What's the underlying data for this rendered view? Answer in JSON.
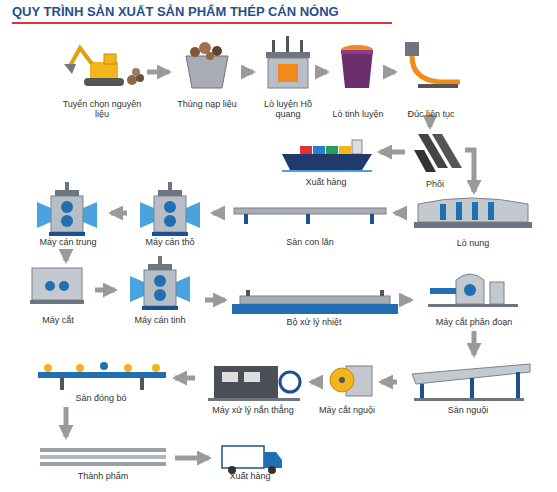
{
  "diagram": {
    "title": "QUY TRÌNH SẢN XUẤT SẢN PHẨM THÉP CÁN NÓNG",
    "nodes": [
      {
        "text": [
          "Tuyển chọn nguyên liệu"
        ]
      },
      {
        "text": [
          "Thùng nạp liệu"
        ]
      },
      {
        "text": [
          "Lò luyện Hồ quang"
        ]
      },
      {
        "text": [
          "Lò tinh luyện"
        ]
      },
      {
        "text": [
          "Đúc liên tục"
        ]
      },
      {
        "text": [
          "Phôi"
        ]
      },
      {
        "text": [
          "Xuất hàng"
        ]
      },
      {
        "text": [
          "Lò nung"
        ]
      },
      {
        "text": [
          "Sàn con lăn"
        ]
      },
      {
        "text": [
          "Máy cán thô"
        ]
      },
      {
        "text": [
          "Máy cán trung"
        ]
      },
      {
        "text": [
          "Máy cắt"
        ]
      },
      {
        "text": [
          "Máy cán tinh"
        ]
      },
      {
        "text": [
          "Bộ xử lý nhiệt"
        ]
      },
      {
        "text": [
          "Máy cắt phân đoạn"
        ]
      },
      {
        "text": [
          "Sàn nguội"
        ]
      },
      {
        "text": [
          "Máy cắt nguội"
        ]
      },
      {
        "text": [
          "Máy xử lý nắn thẳng"
        ]
      },
      {
        "text": [
          "Sàn đóng bó"
        ]
      },
      {
        "text": [
          "Thành phẩm"
        ]
      },
      {
        "text": [
          "Xuất hàng"
        ]
      }
    ],
    "edges": [
      {
        "from": 0,
        "to": 1,
        "arrow": "to"
      },
      {
        "from": 1,
        "to": 2,
        "arrow": "to"
      },
      {
        "from": 2,
        "to": 3,
        "arrow": "to"
      },
      {
        "from": 3,
        "to": 4,
        "arrow": "to"
      },
      {
        "from": 4,
        "to": 5,
        "arrow": "to"
      },
      {
        "from": 5,
        "to": 6,
        "arrow": "to"
      },
      {
        "from": 5,
        "to": 7,
        "arrow": "to"
      },
      {
        "from": 7,
        "to": 8,
        "arrow": "to"
      },
      {
        "from": 8,
        "to": 9,
        "arrow": "to"
      },
      {
        "from": 9,
        "to": 10,
        "arrow": "to"
      },
      {
        "from": 10,
        "to": 11,
        "arrow": "to"
      },
      {
        "from": 11,
        "to": 12,
        "arrow": "to"
      },
      {
        "from": 12,
        "to": 13,
        "arrow": "to"
      },
      {
        "from": 13,
        "to": 14,
        "arrow": "to"
      },
      {
        "from": 14,
        "to": 15,
        "arrow": "to"
      },
      {
        "from": 15,
        "to": 16,
        "arrow": "to"
      },
      {
        "from": 16,
        "to": 17,
        "arrow": "to"
      },
      {
        "from": 17,
        "to": 18,
        "arrow": "to"
      },
      {
        "from": 18,
        "to": 19,
        "arrow": "to"
      },
      {
        "from": 19,
        "to": 20,
        "arrow": "to"
      }
    ]
  }
}
